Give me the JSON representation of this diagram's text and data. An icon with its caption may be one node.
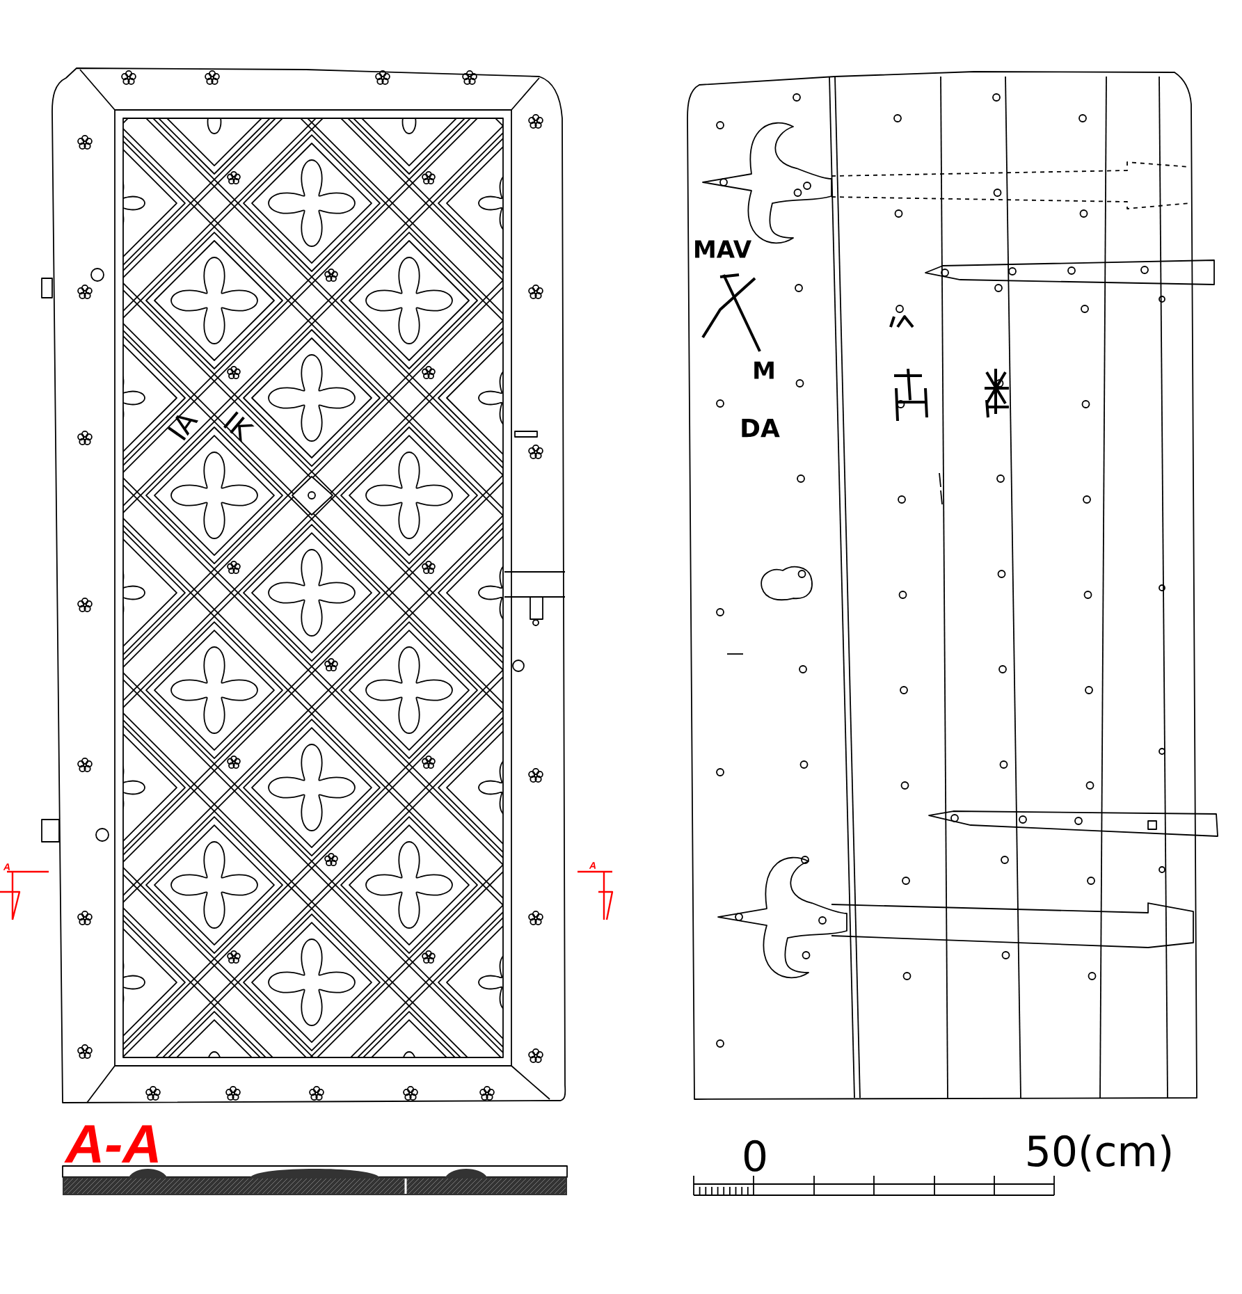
{
  "diagram": {
    "labels": [
      "MAV",
      "M",
      "IA",
      "IK",
      "DA",
      "A",
      "A",
      "A-A",
      "0",
      "50(cm)"
    ]
  }
}
